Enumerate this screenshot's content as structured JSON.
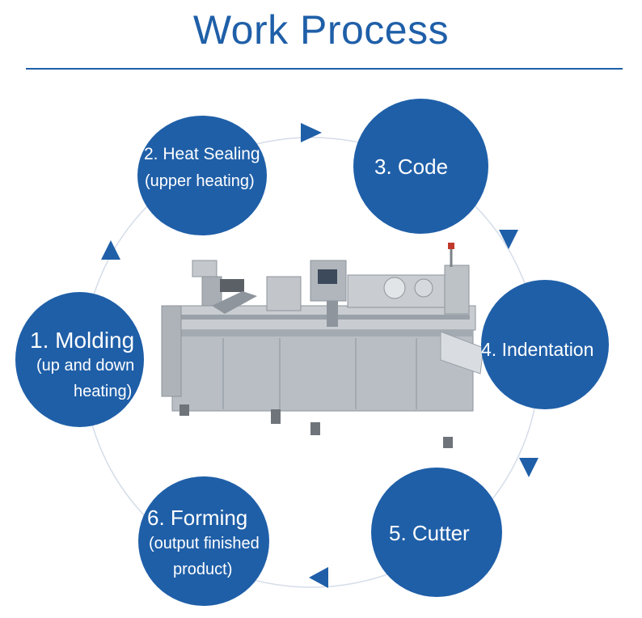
{
  "title": "Work Process",
  "steps": {
    "heat_sealing": {
      "title": "2. Heat Sealing",
      "sub": "(upper heating)"
    },
    "code": {
      "title": "3. Code"
    },
    "molding": {
      "title": "1. Molding",
      "sub1": "(up and down",
      "sub2": "heating)"
    },
    "indentation": {
      "title": "4. Indentation"
    },
    "forming": {
      "title": "6. Forming",
      "sub1": "(output finished",
      "sub2": "product)"
    },
    "cutter": {
      "title": "5. Cutter"
    }
  },
  "colors": {
    "primary": "#1f5fa8",
    "ring": "#d5dde9",
    "machine": "#b9bec4"
  },
  "icons": [
    "arrow-right-icon",
    "arrow-down-icon",
    "arrow-left-icon",
    "arrow-up-icon"
  ]
}
